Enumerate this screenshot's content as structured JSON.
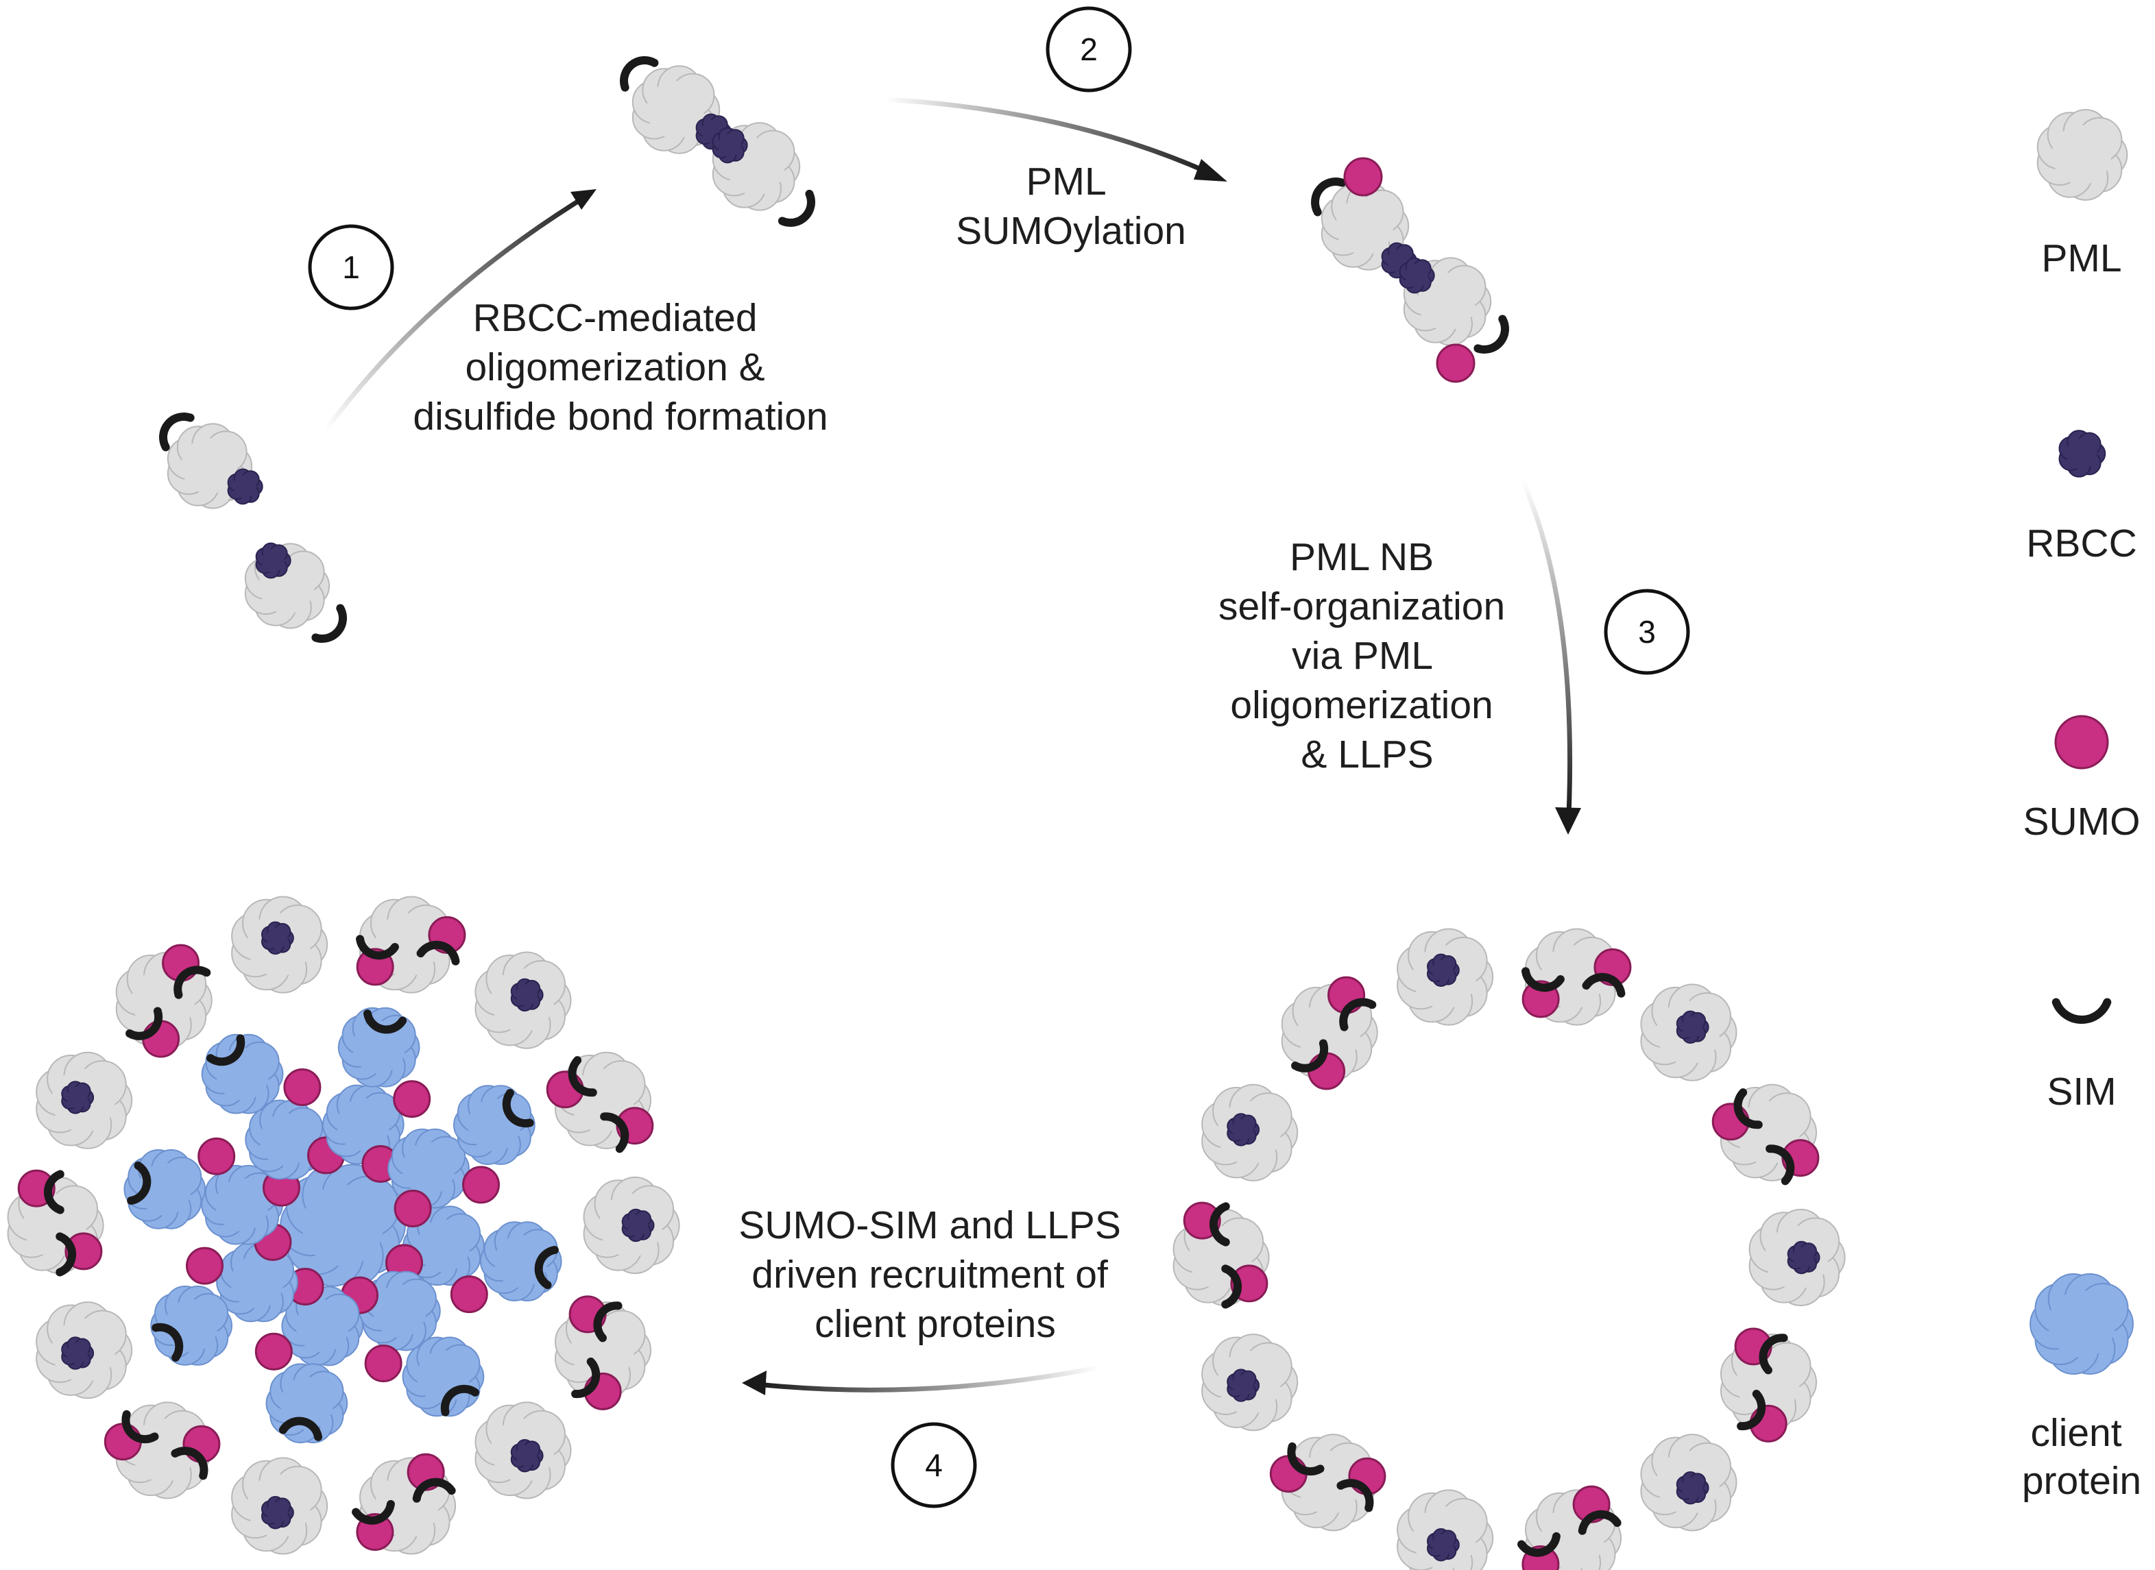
{
  "colors": {
    "pml": "#dedede",
    "pml_stroke": "#b8b8b8",
    "rbcc": "#3e3468",
    "sumo": "#c92f82",
    "sim": "#1a1a1a",
    "client": "#8db0e6",
    "client_stroke": "#6c91cf",
    "arrow": "#1a1a1a"
  },
  "steps": [
    {
      "number": "1",
      "lines": [
        "RBCC-mediated",
        "oligomerization &",
        "disulfide bond formation"
      ]
    },
    {
      "number": "2",
      "lines": [
        "PML",
        "SUMOylation"
      ]
    },
    {
      "number": "3",
      "lines": [
        "PML NB",
        "self-organization",
        "via PML",
        "oligomerization",
        "& LLPS"
      ]
    },
    {
      "number": "4",
      "lines": [
        "SUMO-SIM and LLPS",
        "driven recruitment of",
        "client proteins"
      ]
    }
  ],
  "legend": [
    {
      "icon": "pml-icon",
      "label": "PML"
    },
    {
      "icon": "rbcc-icon",
      "label": "RBCC"
    },
    {
      "icon": "sumo-icon",
      "label": "SUMO"
    },
    {
      "icon": "sim-icon",
      "label": "SIM"
    },
    {
      "icon": "client-protein-icon",
      "lines": [
        "client",
        "protein"
      ]
    }
  ]
}
